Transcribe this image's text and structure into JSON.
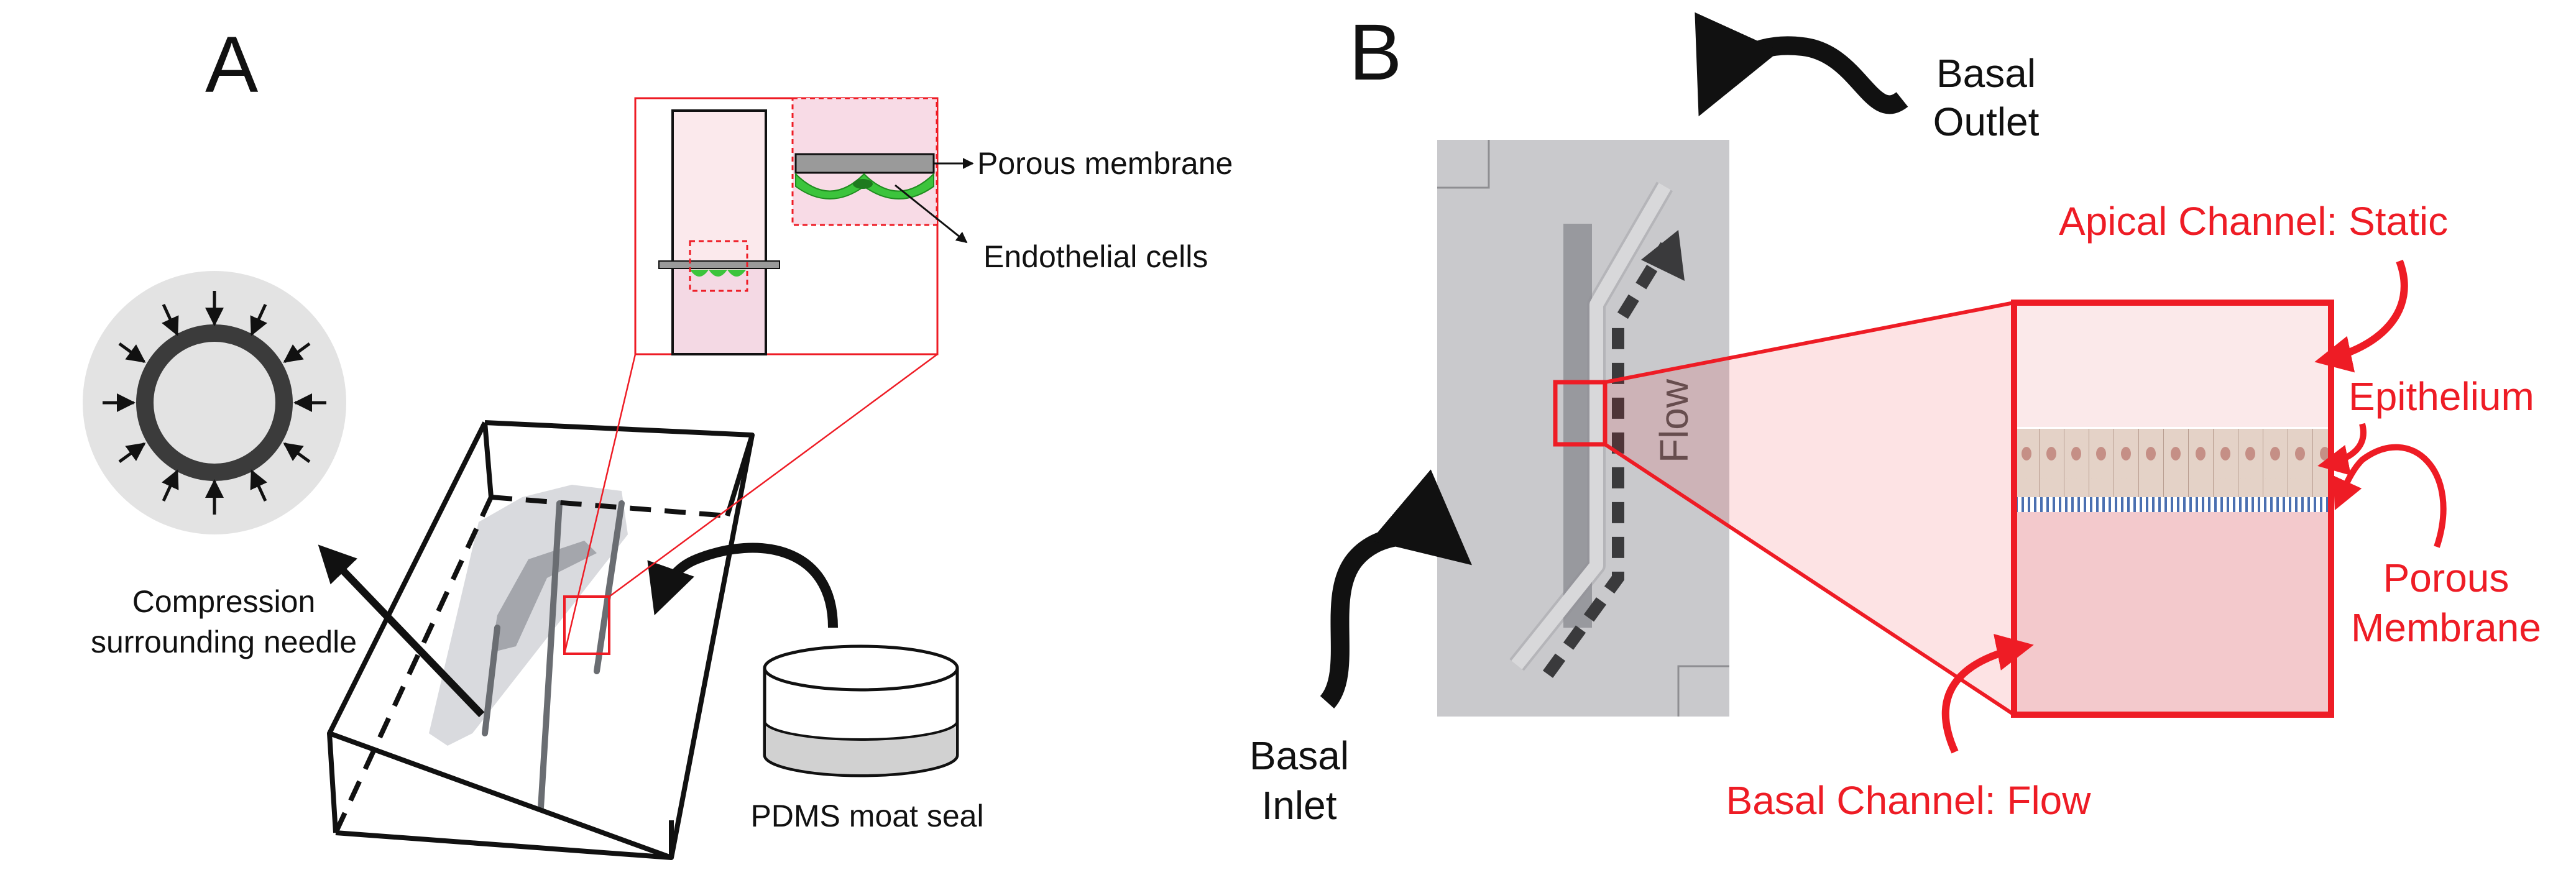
{
  "panel_a": {
    "letter": "A",
    "labels": {
      "porous_membrane": "Porous membrane",
      "endothelial_cells": "Endothelial cells",
      "compression_line1": "Compression",
      "compression_line2": "surrounding needle",
      "pdms_seal": "PDMS moat seal"
    }
  },
  "panel_b": {
    "letter": "B",
    "labels": {
      "basal_outlet_line1": "Basal",
      "basal_outlet_line2": "Outlet",
      "basal_inlet_line1": "Basal",
      "basal_inlet_line2": "Inlet",
      "flow": "Flow",
      "apical_channel": "Apical Channel: Static",
      "epithelium": "Epithelium",
      "porous_line1": "Porous",
      "porous_line2": "Membrane",
      "basal_channel": "Basal Channel: Flow"
    }
  },
  "colors": {
    "accent_red": "#ee1c25",
    "cell_green": "#3cc43c",
    "pink_light": "#fbe9ec",
    "pink_mid": "#f3c9cc",
    "device_gray": "#c9c9cc"
  }
}
